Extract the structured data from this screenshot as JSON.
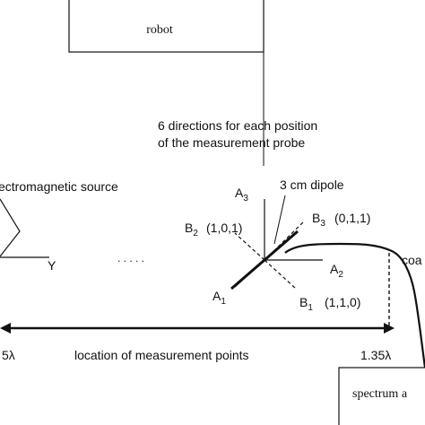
{
  "boxes": {
    "robot": "robot",
    "spectrum": "spectrum a"
  },
  "annotations": {
    "directions_line1": "6 directions for each position",
    "directions_line2": "of the measurement probe",
    "dipole": "3 cm dipole",
    "source": "ectromagnetic source",
    "y_label": "Y",
    "dots": ". . . . .",
    "coax": "coa",
    "span_caption": "location of measurement points",
    "left_mark": "5λ",
    "right_mark": "1.35λ"
  },
  "axes": {
    "a3": {
      "letter": "A",
      "sub": "3"
    },
    "a2": {
      "letter": "A",
      "sub": "2"
    },
    "a1": {
      "letter": "A",
      "sub": "1"
    },
    "b2": {
      "letter": "B",
      "sub": "2",
      "coords": "(1,0,1)"
    },
    "b3": {
      "letter": "B",
      "sub": "3",
      "coords": "(0,1,1)"
    },
    "b1": {
      "letter": "B",
      "sub": "1",
      "coords": "(1,1,0)"
    }
  }
}
